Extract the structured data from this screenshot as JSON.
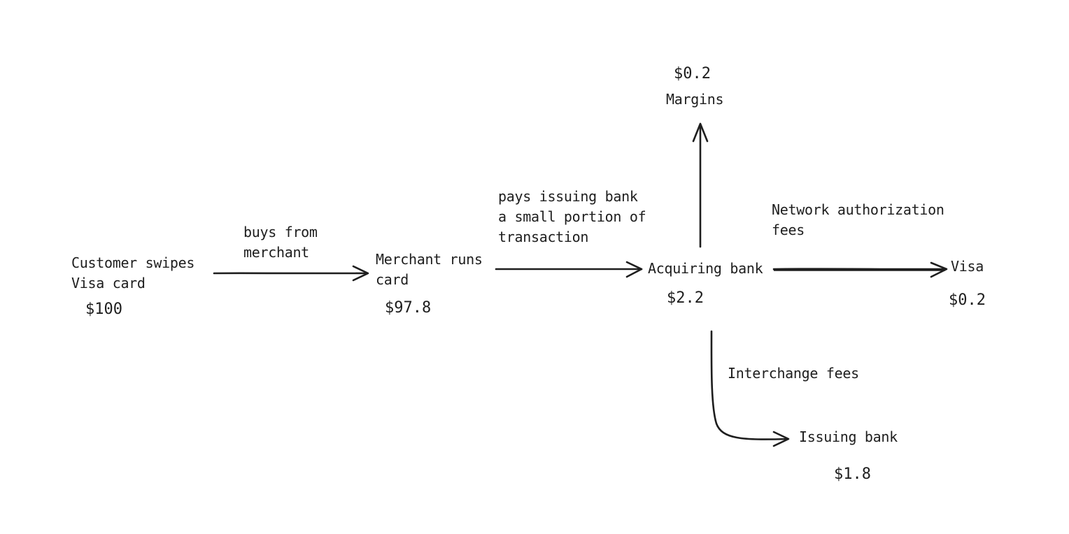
{
  "nodes": {
    "customer": {
      "label": "Customer swipes\nVisa card",
      "amount": "$100"
    },
    "merchant": {
      "label": "Merchant runs\ncard",
      "amount": "$97.8"
    },
    "acquiring_bank": {
      "label": "Acquiring bank",
      "amount": "$2.2"
    },
    "visa": {
      "label": "Visa",
      "amount": "$0.2"
    },
    "issuing_bank": {
      "label": "Issuing bank",
      "amount": "$1.8"
    },
    "margins": {
      "label": "Margins",
      "amount": "$0.2"
    }
  },
  "edges": {
    "customer_to_merchant": "buys from\nmerchant",
    "merchant_to_acquiring": "pays issuing bank\na small portion of\ntransaction",
    "acquiring_to_visa": "Network authorization\nfees",
    "acquiring_to_issuing": "Interchange fees"
  }
}
